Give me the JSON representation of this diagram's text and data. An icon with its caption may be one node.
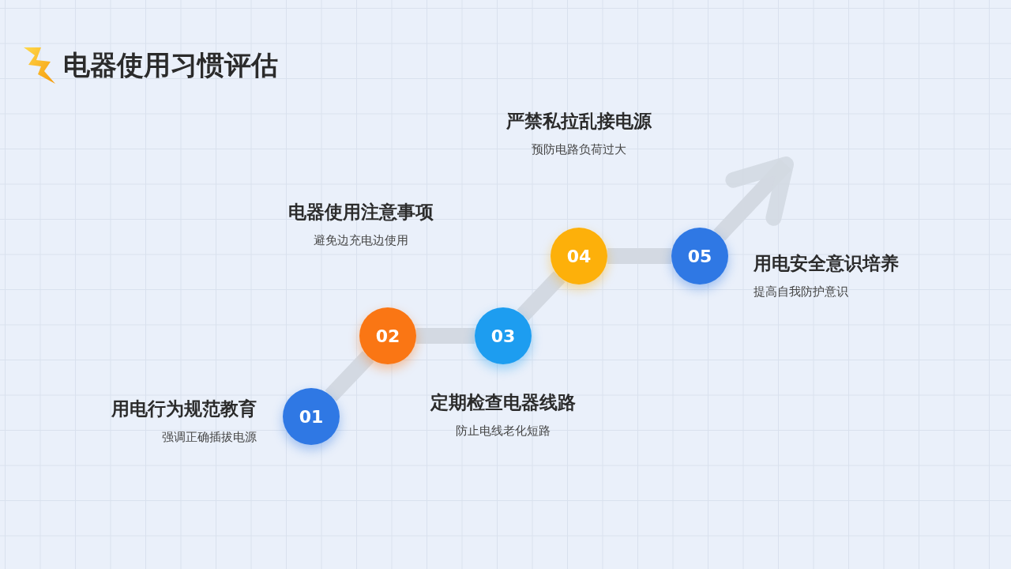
{
  "diagram": {
    "title": "电器使用习惯评估",
    "nodes": [
      {
        "text": [
          "01"
        ],
        "beside": [
          "用电行为规范教育",
          "强调正确插拔电源"
        ]
      },
      {
        "text": [
          "02"
        ],
        "beside": [
          "电器使用注意事项",
          "避免边充电边使用"
        ]
      },
      {
        "text": [
          "03"
        ],
        "beside": [
          "定期检查电器线路",
          "防止电线老化短路"
        ]
      },
      {
        "text": [
          "04"
        ],
        "beside": [
          "严禁私拉乱接电源",
          "预防电路负荷过大"
        ]
      },
      {
        "text": [
          "05"
        ],
        "beside": [
          "用电安全意识培养",
          "提高自我防护意识"
        ]
      }
    ],
    "edges": [
      {
        "from": 0,
        "to": 1,
        "arrow": "none"
      },
      {
        "from": 1,
        "to": 2,
        "arrow": "none"
      },
      {
        "from": 2,
        "to": 3,
        "arrow": "none"
      },
      {
        "from": 3,
        "to": 4,
        "arrow": "none"
      },
      {
        "from": 4,
        "to": null,
        "arrow": "to"
      }
    ]
  }
}
